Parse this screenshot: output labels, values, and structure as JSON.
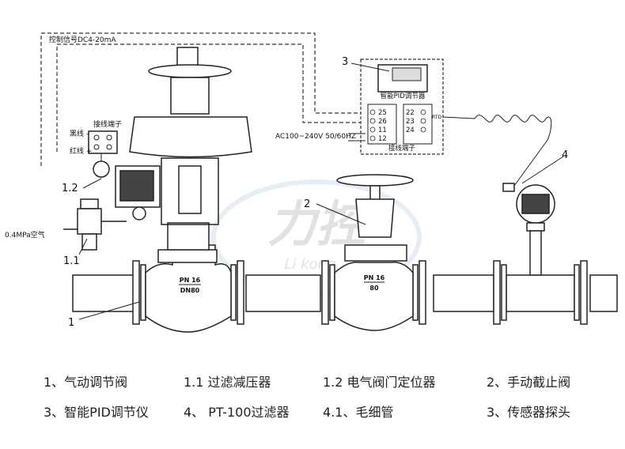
{
  "diagram": {
    "control_signal": "控制信号DC4-20mA",
    "black_wire": "黑线 -",
    "red_wire": "红线 +",
    "terminal_label_left": "接线端子",
    "air_supply": "0.4MPa空气",
    "power_supply": "AC100~240V 50/60HZ",
    "controller_name": "智能PID调节器",
    "terminal_label_box": "接线端子",
    "rtd_label": "RTD",
    "terminals_left": [
      "25",
      "26",
      "11",
      "12"
    ],
    "terminals_right": [
      "22",
      "23",
      "24"
    ],
    "valve1_pn": "PN 16",
    "valve1_dn": "DN80",
    "valve2_pn": "PN 16",
    "valve2_dn": "80",
    "watermark": "力控",
    "watermark_sub": "Li  kong",
    "callouts": [
      "3",
      "1.2",
      "1.1",
      "1",
      "2",
      "4"
    ]
  },
  "legend": [
    "1、气动调节阀",
    "1.1 过滤减压器",
    "1.2 电气阀门定位器",
    "2、手动截止阀",
    "3、智能PID调节仪",
    "4、  PT-100过滤器",
    "4.1、毛细管",
    "3、传感器探头"
  ]
}
